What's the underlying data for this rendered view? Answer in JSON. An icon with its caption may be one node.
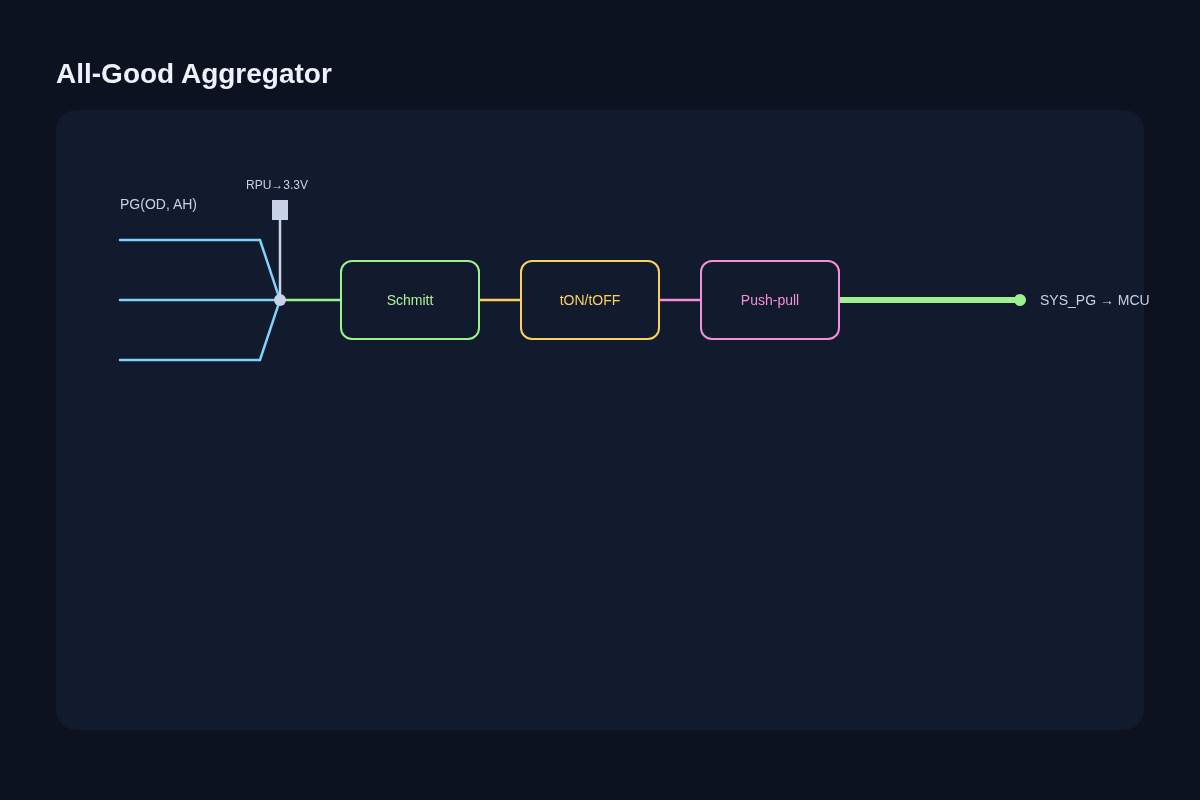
{
  "diagram": {
    "title": "All-Good Aggregator",
    "nodes": [
      {
        "text": [],
        "shape": "circle"
      },
      {
        "text": [],
        "shape": "box",
        "beside": [
          "RPU→3.3V"
        ]
      },
      {
        "text": [
          "Schmitt"
        ]
      },
      {
        "text": [
          "tON/tOFF"
        ]
      },
      {
        "text": [
          "Push-pull"
        ]
      },
      {
        "text": [],
        "shape": "circle",
        "beside": [
          "SYS_PG → MCU"
        ]
      }
    ],
    "edges": [
      {
        "from": null,
        "to": 0,
        "arrow": "none",
        "color": "#7dd3fc"
      },
      {
        "from": null,
        "to": 0,
        "arrow": "none",
        "color": "#7dd3fc"
      },
      {
        "from": null,
        "to": 0,
        "arrow": "none",
        "color": "#7dd3fc"
      },
      {
        "from": 1,
        "to": 0,
        "arrow": "none",
        "color": "#c8d2e6"
      },
      {
        "from": 0,
        "to": 2,
        "arrow": "none",
        "color": "#9cf28c"
      },
      {
        "from": 2,
        "to": 3,
        "arrow": "none",
        "color": "#fcd060"
      },
      {
        "from": 3,
        "to": 4,
        "arrow": "none",
        "color": "#f48fd8"
      },
      {
        "from": 4,
        "to": 5,
        "arrow": "none",
        "style": "thick",
        "color": "#9cf28c"
      }
    ],
    "labels": [
      "PG(OD, AH)"
    ]
  }
}
